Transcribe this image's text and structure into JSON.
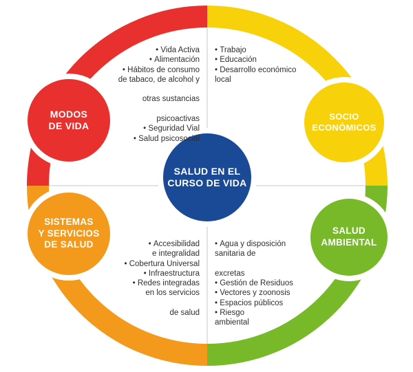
{
  "center": {
    "line1": "SALUD EN EL",
    "line2": "CURSO DE VIDA",
    "color": "#1a4a96"
  },
  "quadrants": [
    {
      "id": "modos",
      "line1": "MODOS",
      "line2": "DE VIDA",
      "color": "#e8312e",
      "items": [
        [
          "Vida Activa"
        ],
        [
          "Alimentación"
        ],
        [
          "Hábitos de consumo",
          "de tabaco, de alcohol y",
          "otras sustancias",
          "psicoactivas"
        ],
        [
          "Seguridad Vial"
        ],
        [
          "Salud psicosocial"
        ]
      ]
    },
    {
      "id": "socio",
      "line1": "SOCIO",
      "line2": "ECONÓMICOS",
      "color": "#f7d10a",
      "items": [
        [
          "Trabajo"
        ],
        [
          "Educación"
        ],
        [
          "Desarrollo económico",
          "local"
        ]
      ]
    },
    {
      "id": "sistemas",
      "line1": "SISTEMAS",
      "line2": "Y SERVICIOS",
      "line3": "DE SALUD",
      "color": "#f39a1c",
      "items": [
        [
          "Accesibilidad",
          "e integralidad"
        ],
        [
          "Cobertura Universal"
        ],
        [
          "Infraestructura"
        ],
        [
          "Redes integradas",
          "en los servicios",
          "de salud"
        ]
      ]
    },
    {
      "id": "ambiental",
      "line1": "SALUD",
      "line2": "AMBIENTAL",
      "color": "#78b929",
      "items": [
        [
          "Agua y disposición",
          "sanitaria de",
          "excretas"
        ],
        [
          "Gestión de Residuos"
        ],
        [
          "Vectores y zoonosis"
        ],
        [
          "Espacios públicos"
        ],
        [
          "Riesgo",
          "ambiental"
        ]
      ]
    }
  ]
}
